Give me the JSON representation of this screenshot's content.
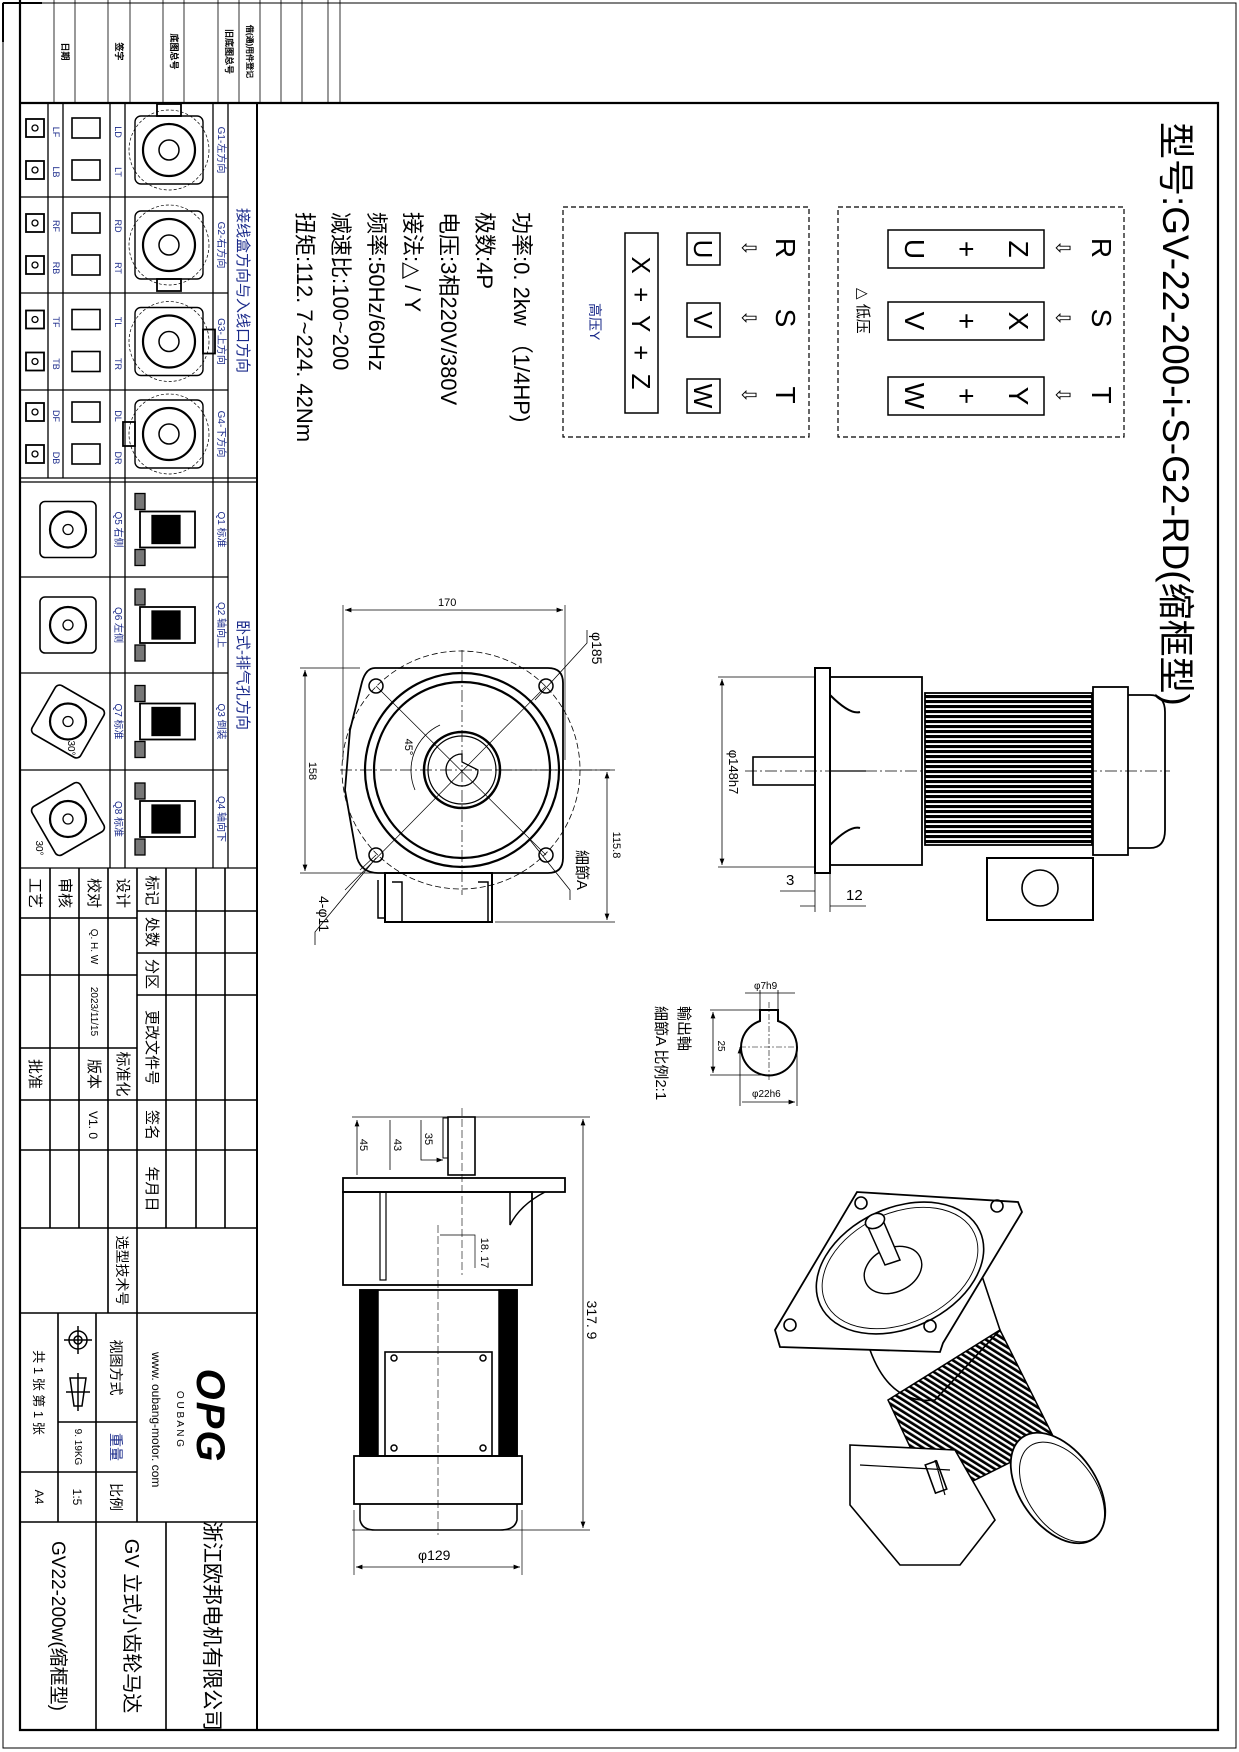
{
  "registration_strip": {
    "date": "日期",
    "signature": "签字",
    "base_drawing_no": "底图总号",
    "old_base_drawing_no": "旧底图总号",
    "borrowed_parts_record": "借(通)用件登记"
  },
  "title": "型号:GV-22-200-i-S-G2-RD(缩框型)",
  "specs": [
    "功率:0. 2kw （1/4HP)",
    "极数:4P",
    "电压:3相220V/380V",
    "接法:△ / Y",
    "频率:50Hz/60Hz",
    "减速比:100~200",
    "扭矩:112. 7~224. 42Nm"
  ],
  "wiring": {
    "arrow_glyph": "⇩",
    "low_voltage": {
      "label": "△ 低压",
      "phases": [
        "R",
        "S",
        "T"
      ],
      "terminals": [
        [
          "Z",
          "+",
          "U"
        ],
        [
          "X",
          "+",
          "V"
        ],
        [
          "Y",
          "+",
          "W"
        ]
      ]
    },
    "high_voltage": {
      "label": "高压Y",
      "phases": [
        "R",
        "S",
        "T"
      ],
      "terminals": [
        "U",
        "V",
        "W"
      ],
      "star_point": "X + Y + Z"
    }
  },
  "front_view": {
    "width": "170",
    "height": "158",
    "pcd": "φ185",
    "angle": "45°",
    "shaft_height": "115.8",
    "holes": "4-φ11",
    "detail_ref": "細節A"
  },
  "side_view": {
    "spigot": "φ148h7",
    "flange_offset": "3",
    "flange_thickness": "12"
  },
  "shaft_detail": {
    "title": "輸出軸",
    "subtitle": "細節A  比例2:1",
    "key_width": "φ7h9",
    "key_height": "25",
    "shaft_dia": "φ22h6"
  },
  "top_view": {
    "shaft_length_45": "45",
    "shaft_length_43": "43",
    "key_length": "35",
    "offset": "18. 17",
    "overall_length": "317. 9",
    "motor_dia": "φ129"
  },
  "orientation_panel": {
    "title": "接线盒方向与入线口方向",
    "rows": [
      {
        "label": "G1-左方向",
        "codes": [
          "LD",
          "LT",
          "LF",
          "LB"
        ]
      },
      {
        "label": "G2-右方向",
        "codes": [
          "RD",
          "RT",
          "RF",
          "RB"
        ]
      },
      {
        "label": "G3-上方向",
        "codes": [
          "TL",
          "TR",
          "TF",
          "TB"
        ]
      },
      {
        "label": "G4-下方向",
        "codes": [
          "DL",
          "DR",
          "DF",
          "DB"
        ]
      }
    ]
  },
  "vent_panel": {
    "title": "卧式-排气孔方向",
    "rows": [
      {
        "left": "Q1  标准",
        "right": "Q5  右侧"
      },
      {
        "left": "Q2  轴向上",
        "right": "Q6  左侧"
      },
      {
        "left": "Q3  倒装",
        "right": "Q7  标准",
        "angle": "30°"
      },
      {
        "left": "Q4  轴向下",
        "right": "Q8  标准",
        "angle": "30°"
      }
    ]
  },
  "title_block": {
    "mark": "标记",
    "count": "处数",
    "zone": "分区",
    "change_doc_no": "更改文件号",
    "sign": "签名",
    "date": "年月日",
    "design": "设计",
    "check": "校对",
    "review": "审核",
    "process": "工艺",
    "checker_name": "Q. H. W",
    "check_date": "2023/11/15",
    "version_label": "版本",
    "version": "V1. 0",
    "standardization": "标准化",
    "approve": "批准",
    "selection_no": "选型技术号",
    "view_method": "视图方式",
    "weight_label": "重量",
    "weight": "9. 19KG",
    "scale_label": "比例",
    "scale": "1:5",
    "sheets": "共 1 张 第 1 张",
    "paper": "A4",
    "logo": "OPG",
    "brand": "O U B A N G",
    "website": "www. oubang-motor. com",
    "company": "浙江欧邦电机有限公司",
    "product": "GV  立式小齿轮马达",
    "drawing_name": "GV22-200w(缩框型)"
  }
}
